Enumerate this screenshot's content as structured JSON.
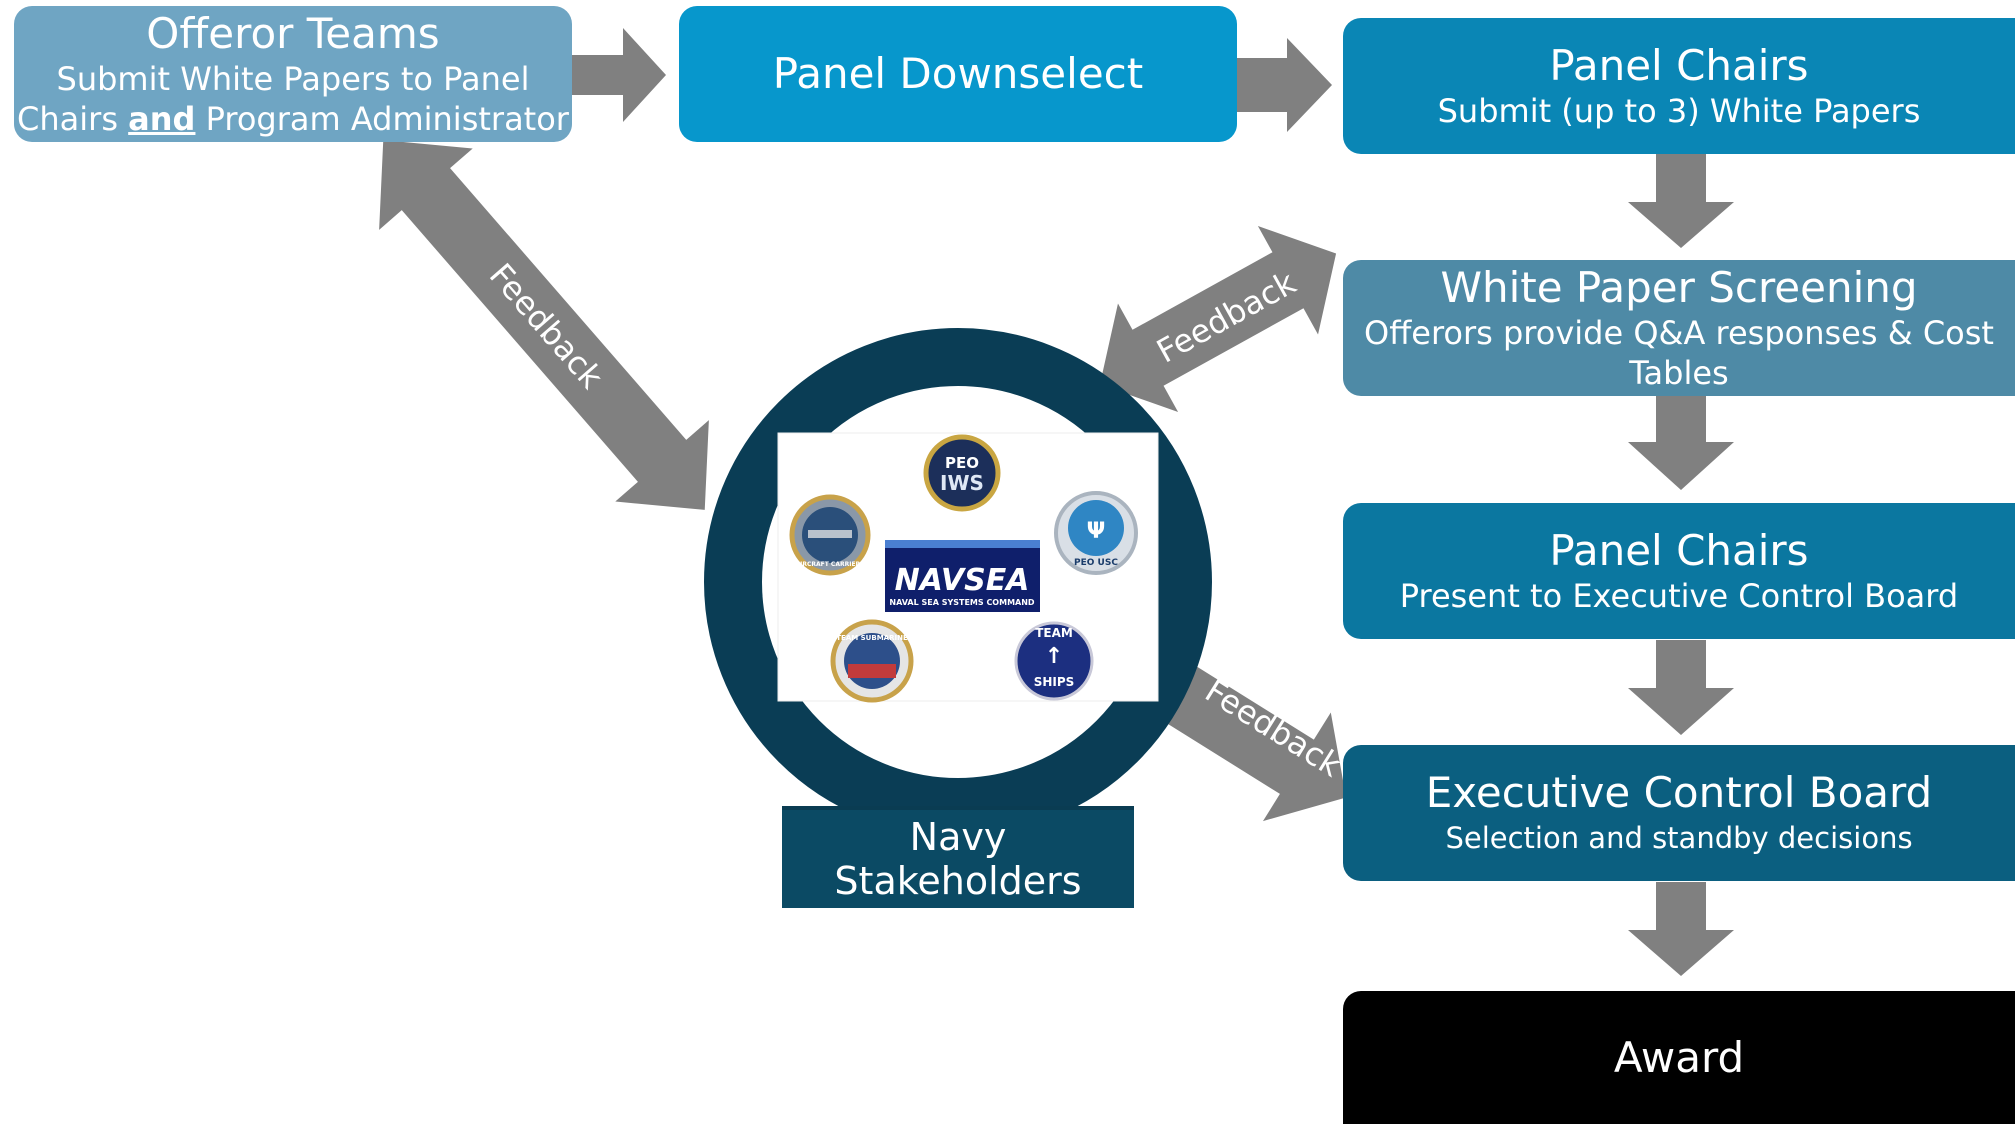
{
  "boxes": {
    "offeror": {
      "title": "Offeror Teams",
      "line1": "Submit White Papers to Panel",
      "line2_pre": "Chairs ",
      "line2_bold": "and",
      "line2_post": " Program Administrator",
      "color": "#6fa5c3"
    },
    "downselect": {
      "title": "Panel Downselect",
      "color": "#0797cc"
    },
    "chairs_submit": {
      "title": "Panel Chairs",
      "subtitle": "Submit (up to 3) White Papers",
      "color": "#0a86b5"
    },
    "screening": {
      "title": "White Paper Screening",
      "subtitle": "Offerors provide Q&A responses & Cost Tables",
      "color": "#4e8aa6"
    },
    "chairs_present": {
      "title": "Panel Chairs",
      "subtitle": "Present to Executive Control Board",
      "color": "#0b77a0"
    },
    "ecb": {
      "title": "Executive Control Board",
      "subtitle": "Selection and standby decisions",
      "color": "#0b5f80"
    },
    "award": {
      "title": "Award",
      "color": "#000000"
    }
  },
  "feedback_labels": [
    "Feedback",
    "Feedback",
    "Feedback"
  ],
  "stakeholders": {
    "line1": "Navy",
    "line2": "Stakeholders"
  },
  "logos": {
    "navsea": {
      "name": "NAVSEA",
      "sub": "NAVAL SEA SYSTEMS COMMAND"
    },
    "peo_iws": {
      "line1": "PEO",
      "line2": "IWS"
    },
    "peo_usc": {
      "text": "PEO USC"
    },
    "team_ships": {
      "line1": "TEAM",
      "line2": "SHIPS"
    },
    "team_submarine": {
      "text": "TEAM SUBMARINE"
    },
    "aircraft_carriers": {
      "text": "AIRCRAFT CARRIERS"
    }
  },
  "colors": {
    "arrow": "#808080",
    "ring": "#0a3d55",
    "stakeholder_box": "#0b4a64"
  }
}
